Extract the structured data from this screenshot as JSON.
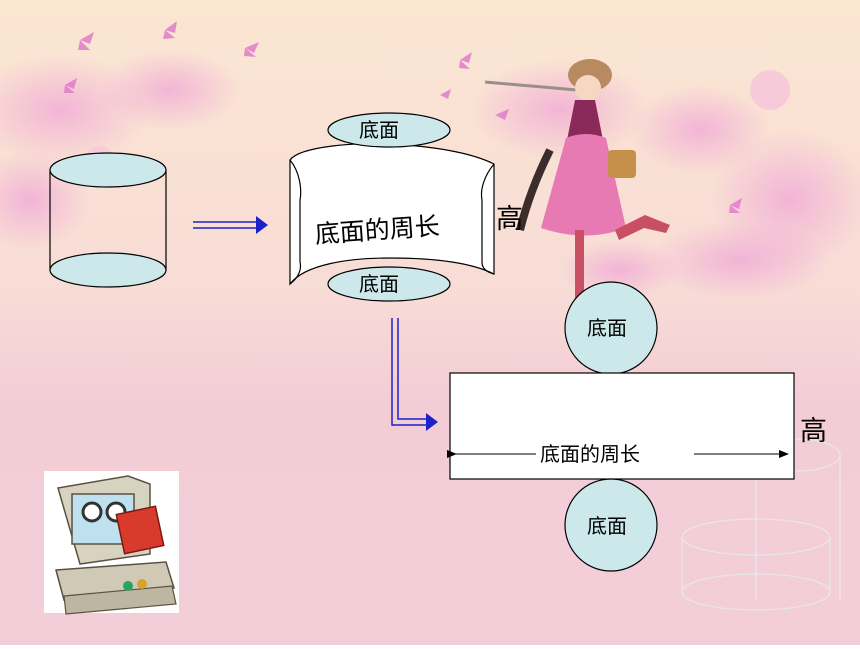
{
  "colors": {
    "shape_fill": "#cde8ea",
    "arrow": "#1c22c8",
    "bg_top": "#fbe4d4",
    "bg_bottom": "#f4cdd6"
  },
  "labels": {
    "cylinder_top": "底面",
    "cylinder_bottom": "底面",
    "curved_side": "底面的周长",
    "height_curved": "高",
    "circle_top": "底面",
    "circle_bottom": "底面",
    "rect_width": "底面的周长",
    "height_rect": "高"
  },
  "icons": [
    "computer-with-book-icon",
    "girl-playing-flute-illustration",
    "butterfly-icon"
  ]
}
